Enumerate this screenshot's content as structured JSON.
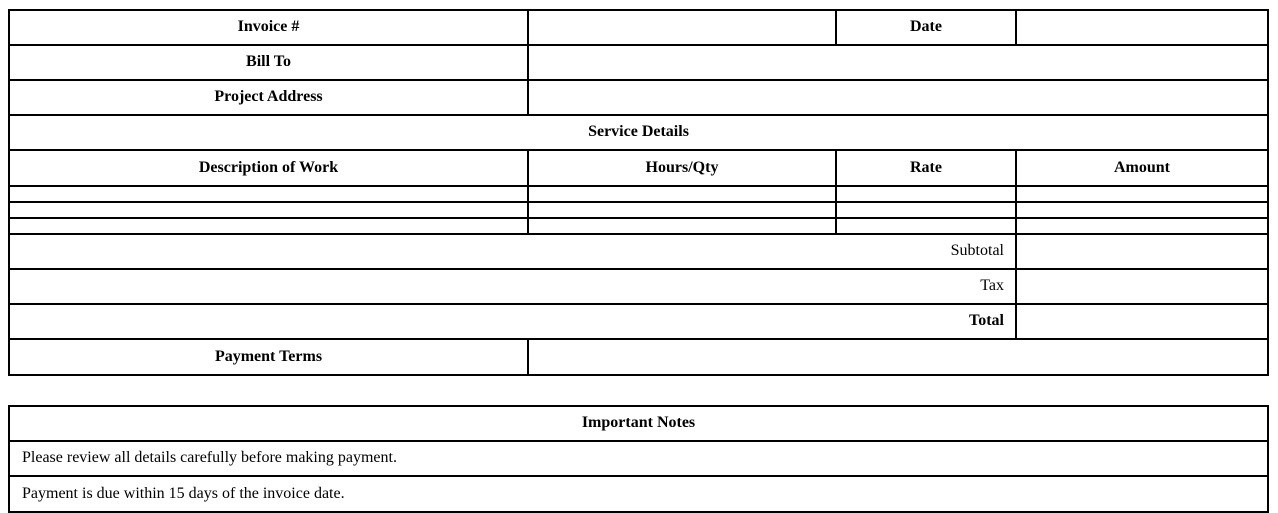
{
  "invoice_table": {
    "invoice_number_label": "Invoice #",
    "invoice_number_value": "",
    "date_label": "Date",
    "date_value": "",
    "bill_to_label": "Bill To",
    "bill_to_value": "",
    "project_address_label": "Project Address",
    "project_address_value": "",
    "section_title": "Service Details",
    "columns": [
      "Description of Work",
      "Hours/Qty",
      "Rate",
      "Amount"
    ],
    "empty_line_item_rows": 3,
    "subtotal_label": "Subtotal",
    "subtotal_value": "",
    "tax_label": "Tax",
    "tax_value": "",
    "total_label": "Total",
    "total_value": "",
    "payment_terms_label": "Payment Terms",
    "payment_terms_value": ""
  },
  "notes_table": {
    "title": "Important Notes",
    "notes": [
      "Please review all details carefully before making payment.",
      "Payment is due within 15 days of the invoice date."
    ]
  },
  "colors": {
    "border": "#000000",
    "background": "#ffffff",
    "text": "#000000"
  }
}
